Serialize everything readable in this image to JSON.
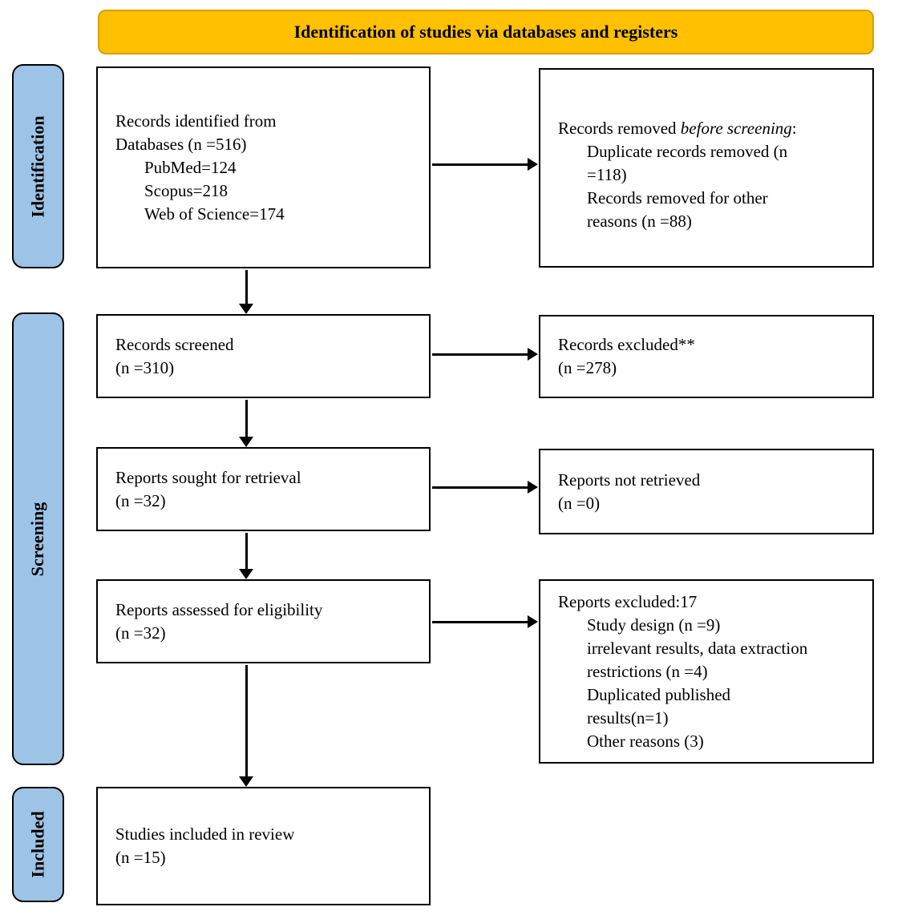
{
  "header": {
    "title": "Identification of studies via databases and registers"
  },
  "colors": {
    "header_fill": "#FFC000",
    "header_border": "#D99E00",
    "sidebar_fill": "#9DC3E6",
    "box_border": "#000000"
  },
  "sidebars": {
    "identification": "Identification",
    "screening": "Screening",
    "included": "Included"
  },
  "boxes": {
    "identified": {
      "lines": [
        "Records identified from",
        "Databases (n =516)"
      ],
      "sub_lines": [
        "PubMed=124",
        "Scopus=218",
        "Web of Science=174"
      ]
    },
    "removed": {
      "title_prefix": "Records removed ",
      "title_italic": "before screening",
      "title_suffix": ":",
      "sub_lines": [
        "Duplicate records removed (n",
        "=118)",
        "Records removed for other",
        "reasons (n =88)"
      ]
    },
    "screened": {
      "lines": [
        "Records screened",
        "(n =310)"
      ]
    },
    "excluded": {
      "lines": [
        "Records excluded**",
        "(n =278)"
      ]
    },
    "sought": {
      "lines": [
        "Reports sought for retrieval",
        "(n =32)"
      ]
    },
    "not_retrieved": {
      "lines": [
        "Reports not retrieved",
        "(n =0)"
      ]
    },
    "assessed": {
      "lines": [
        "Reports assessed for eligibility",
        "(n =32)"
      ]
    },
    "reports_excluded": {
      "title": "Reports excluded:17",
      "sub_lines": [
        "Study design (n =9)",
        "irrelevant results, data extraction",
        "restrictions (n =4)",
        "Duplicated published",
        "results(n=1)",
        "Other reasons (3)"
      ]
    },
    "included_studies": {
      "lines": [
        "Studies included in review",
        "(n =15)"
      ]
    }
  }
}
